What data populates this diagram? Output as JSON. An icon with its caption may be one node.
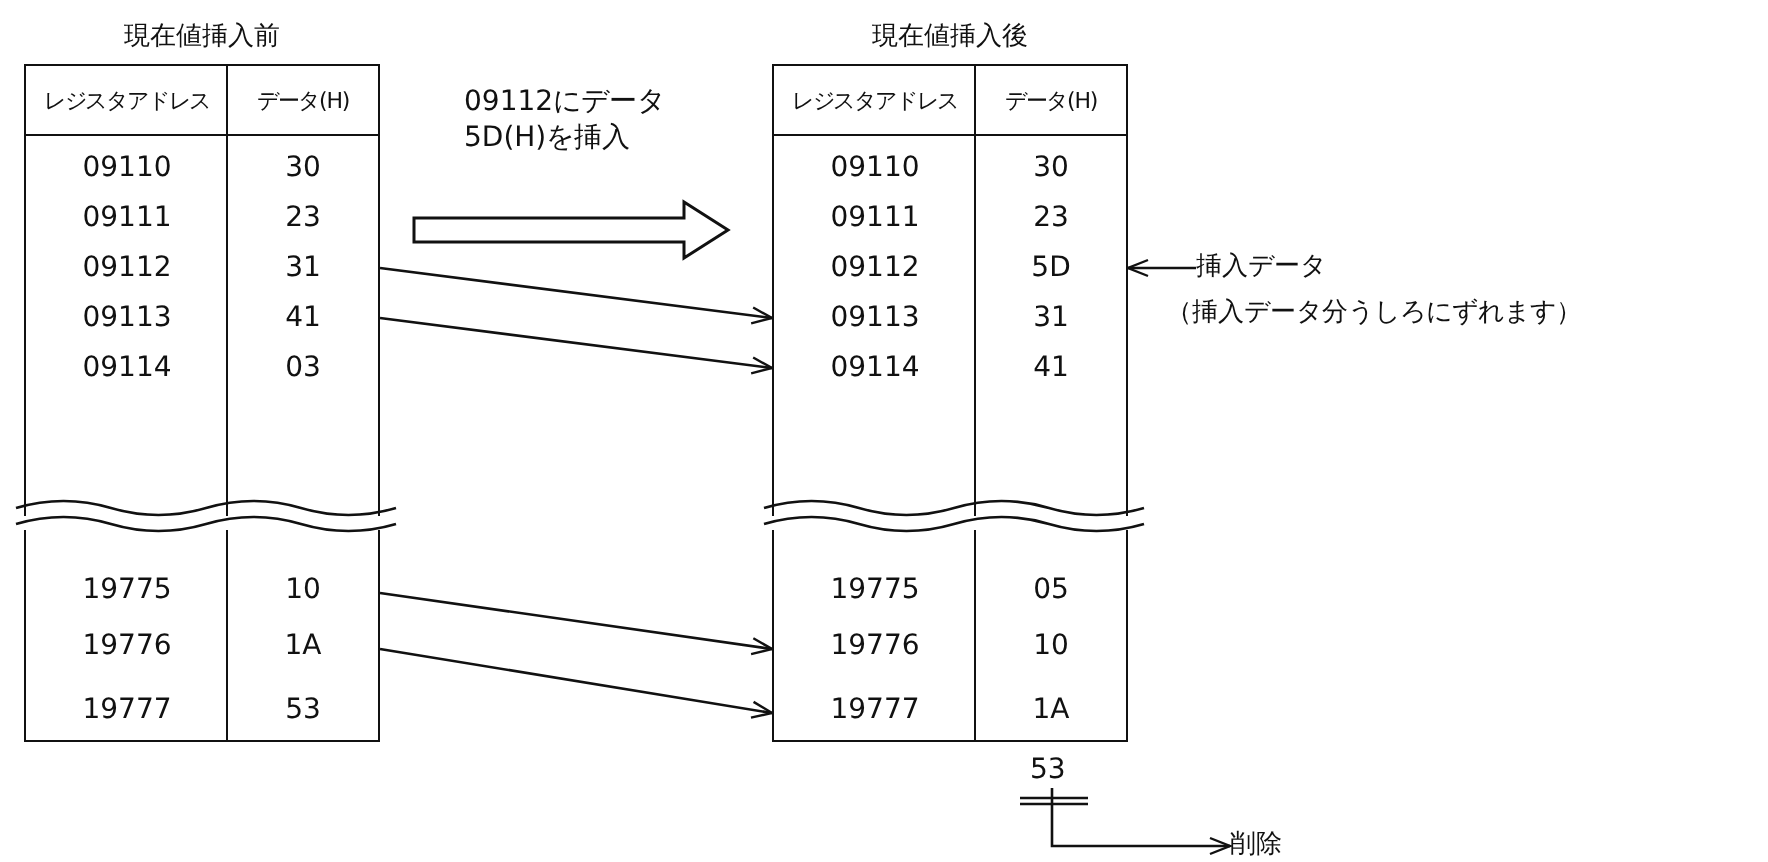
{
  "diagram": {
    "nodes": [
      {
        "text": [
          "現在値挿入前"
        ]
      },
      {
        "text": [
          "レジスタアドレス",
          "データ(H)"
        ],
        "in": 0
      },
      {
        "text": [
          "09110",
          "30"
        ],
        "in": 0
      },
      {
        "text": [
          "09111",
          "23"
        ],
        "in": 0
      },
      {
        "text": [
          "09112",
          "31"
        ],
        "in": 0
      },
      {
        "text": [
          "09113",
          "41"
        ],
        "in": 0
      },
      {
        "text": [
          "09114",
          "03"
        ],
        "in": 0
      },
      {
        "text": [
          "19775",
          "10"
        ],
        "in": 0
      },
      {
        "text": [
          "19776",
          "1A"
        ],
        "in": 0
      },
      {
        "text": [
          "19777",
          "53"
        ],
        "in": 0
      },
      {
        "text": [
          "現在値挿入後"
        ]
      },
      {
        "text": [
          "レジスタアドレス",
          "データ(H)"
        ],
        "in": 10
      },
      {
        "text": [
          "09110",
          "30"
        ],
        "in": 10
      },
      {
        "text": [
          "09111",
          "23"
        ],
        "in": 10
      },
      {
        "text": [
          "09112",
          "5D"
        ],
        "in": 10
      },
      {
        "text": [
          "09113",
          "31"
        ],
        "in": 10
      },
      {
        "text": [
          "09114",
          "41"
        ],
        "in": 10
      },
      {
        "text": [
          "19775",
          "05"
        ],
        "in": 10
      },
      {
        "text": [
          "19776",
          "10"
        ],
        "in": 10
      },
      {
        "text": [
          "19777",
          "1A"
        ],
        "in": 10
      },
      {
        "text": [
          "挿入データ"
        ]
      },
      {
        "text": [
          "53"
        ]
      },
      {
        "text": [
          "削除"
        ]
      }
    ],
    "edges": [
      {
        "from": 0,
        "to": 10,
        "arrow": "to",
        "label": "09112にデータ5D(H)を挿入",
        "style": "thick"
      },
      {
        "from": 4,
        "to": 15,
        "arrow": "to"
      },
      {
        "from": 5,
        "to": 16,
        "arrow": "to"
      },
      {
        "from": 7,
        "to": 18,
        "arrow": "to"
      },
      {
        "from": 8,
        "to": 19,
        "arrow": "to"
      },
      {
        "from": 20,
        "to": 14,
        "arrow": "to"
      },
      {
        "from": 21,
        "to": 22,
        "arrow": "to"
      }
    ],
    "labels": [
      "（挿入データ分うしろにずれます）"
    ]
  }
}
